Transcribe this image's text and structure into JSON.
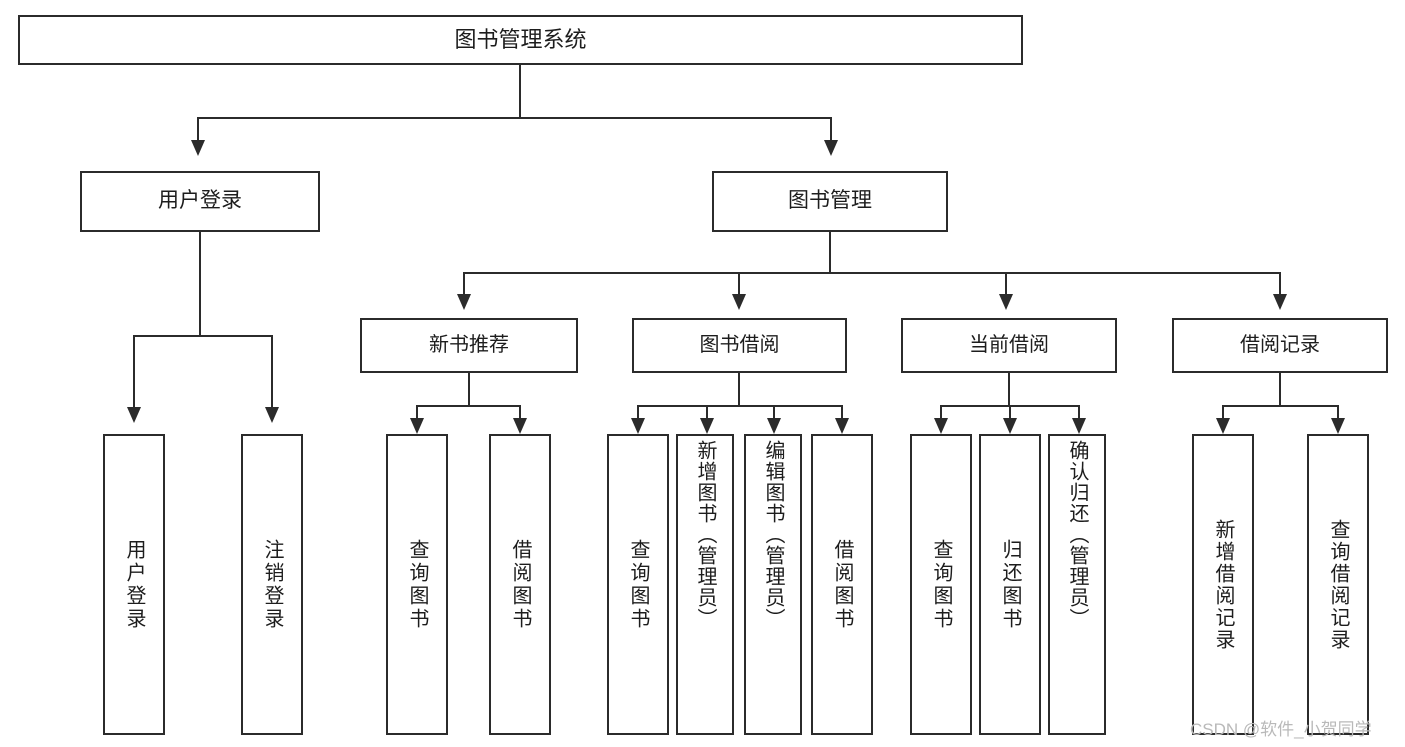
{
  "diagram": {
    "type": "tree",
    "title": "图书管理系统",
    "root": {
      "label": "图书管理系统"
    },
    "level1": [
      {
        "label": "用户登录"
      },
      {
        "label": "图书管理"
      }
    ],
    "level2": [
      {
        "label": "新书推荐"
      },
      {
        "label": "图书借阅"
      },
      {
        "label": "当前借阅"
      },
      {
        "label": "借阅记录"
      }
    ],
    "leaves": {
      "user_login": [
        {
          "label": "用户登录"
        },
        {
          "label": "注销登录"
        }
      ],
      "new_book": [
        {
          "label": "查询图书"
        },
        {
          "label": "借阅图书"
        }
      ],
      "book_borrow": [
        {
          "label": "查询图书"
        },
        {
          "label": "新增图书（管理员）"
        },
        {
          "label": "编辑图书（管理员）"
        },
        {
          "label": "借阅图书"
        }
      ],
      "current_borrow": [
        {
          "label": "查询图书"
        },
        {
          "label": "归还图书"
        },
        {
          "label": "确认归还（管理员）"
        }
      ],
      "borrow_record": [
        {
          "label": "新增借阅记录"
        },
        {
          "label": "查询借阅记录"
        }
      ]
    }
  },
  "watermark": {
    "text": "CSDN @软件_小贺同学"
  },
  "colors": {
    "stroke": "#2b2b2b",
    "background": "#ffffff",
    "text": "#1d1d1d",
    "watermark": "#b9b9b9"
  }
}
